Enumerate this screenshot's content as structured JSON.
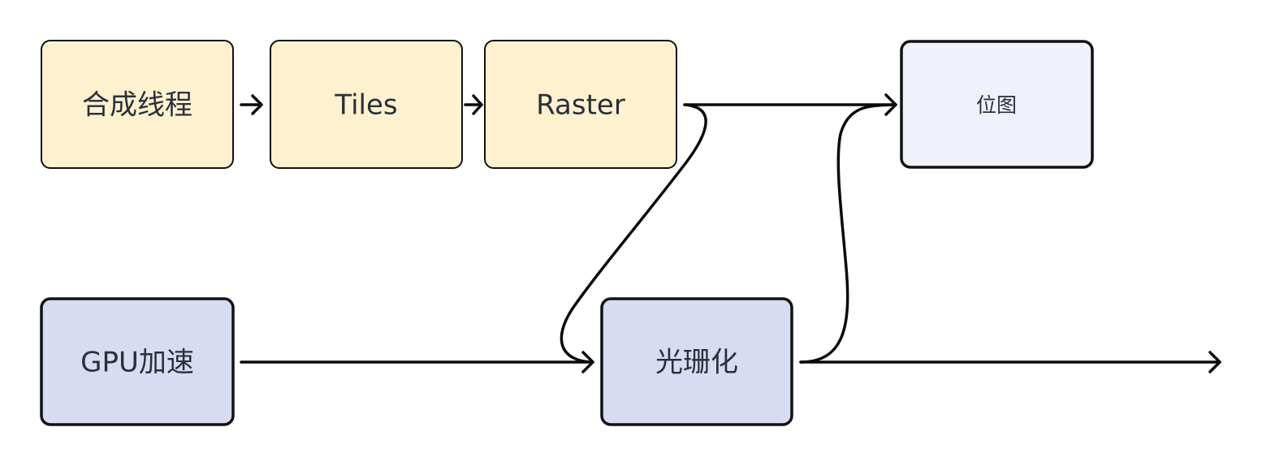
{
  "diagram": {
    "type": "flowchart",
    "nodes": [
      {
        "id": "compositor",
        "label": "合成线程",
        "fill": "#fdf1cf",
        "style": "thin",
        "size": "large"
      },
      {
        "id": "tiles",
        "label": "Tiles",
        "fill": "#fdf1cf",
        "style": "thin",
        "size": "large"
      },
      {
        "id": "raster",
        "label": "Raster",
        "fill": "#fdf1cf",
        "style": "thin",
        "size": "large"
      },
      {
        "id": "bitmap",
        "label": "位图",
        "fill": "#eff2fb",
        "style": "bold",
        "size": "small"
      },
      {
        "id": "gpu",
        "label": "GPU加速",
        "fill": "#d7dcf2",
        "style": "bold",
        "size": "large"
      },
      {
        "id": "rasterize",
        "label": "光珊化",
        "fill": "#d7dcf2",
        "style": "bold",
        "size": "large"
      }
    ],
    "edges": [
      {
        "from": "compositor",
        "to": "tiles",
        "arrow": true
      },
      {
        "from": "tiles",
        "to": "raster",
        "arrow": true
      },
      {
        "from": "raster",
        "to": "bitmap",
        "arrow": true
      },
      {
        "from": "raster",
        "to": "rasterize",
        "arrow": true,
        "curve": "s-curve"
      },
      {
        "from": "gpu",
        "to": "rasterize",
        "arrow": true
      },
      {
        "from": "rasterize",
        "to": "bitmap",
        "arrow": true,
        "curve": "s-curve"
      },
      {
        "from": "rasterize",
        "to": "output",
        "arrow": true
      }
    ]
  }
}
